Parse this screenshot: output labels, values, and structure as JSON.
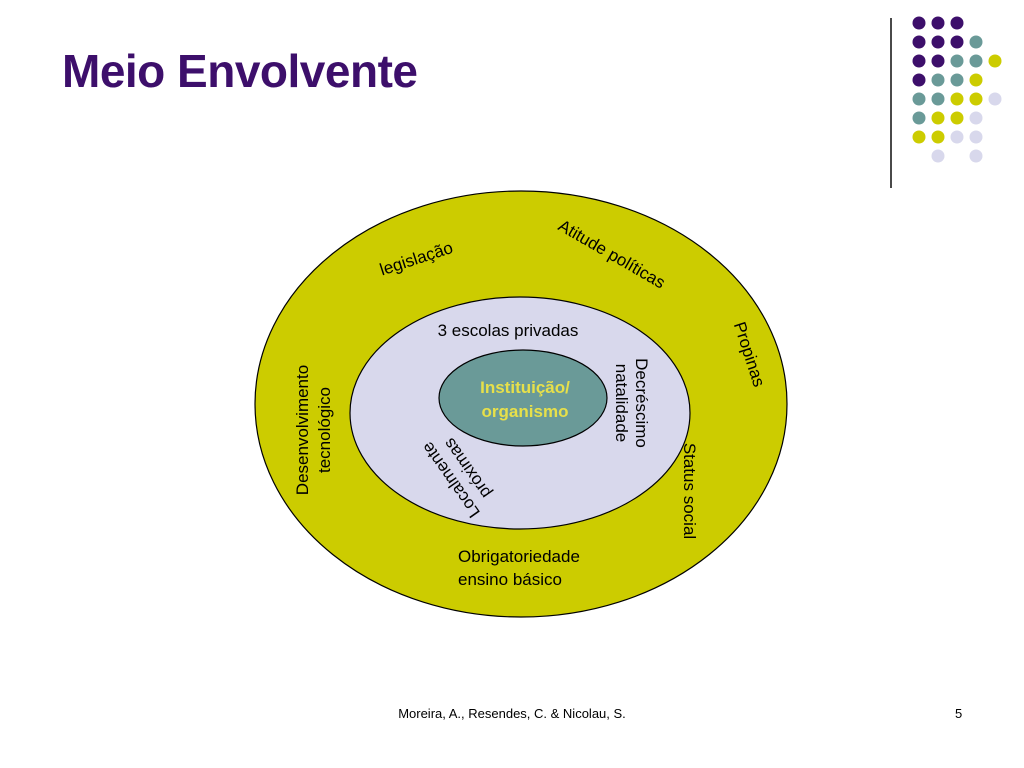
{
  "slide": {
    "title": "Meio Envolvente",
    "footer": "Moreira, A., Resendes, C. & Nicolau, S.",
    "page_number": "5"
  },
  "colors": {
    "title": "#3d0f6b",
    "purple": "#3d0f6b",
    "teal": "#6a9a98",
    "yellow": "#cccc00",
    "lavender": "#d8d8ec",
    "center_text": "#e7e04a"
  },
  "diagram": {
    "center": [
      "Instituição/",
      "organismo"
    ],
    "inner_ring": {
      "escolas": "3 escolas privadas",
      "decrescimo": [
        "Decréscimo",
        "natalidade"
      ],
      "localmente": [
        "Localmente",
        "próximas"
      ]
    },
    "outer_ring": {
      "legislacao": "legislação",
      "atitude": "Atitude políticas",
      "propinas": "Propinas",
      "status": "Status social",
      "obrigatoriedade": [
        "Obrigatoriedade",
        "ensino básico"
      ],
      "desenvolvimento": [
        "Desenvolvimento",
        "tecnológico"
      ]
    }
  }
}
